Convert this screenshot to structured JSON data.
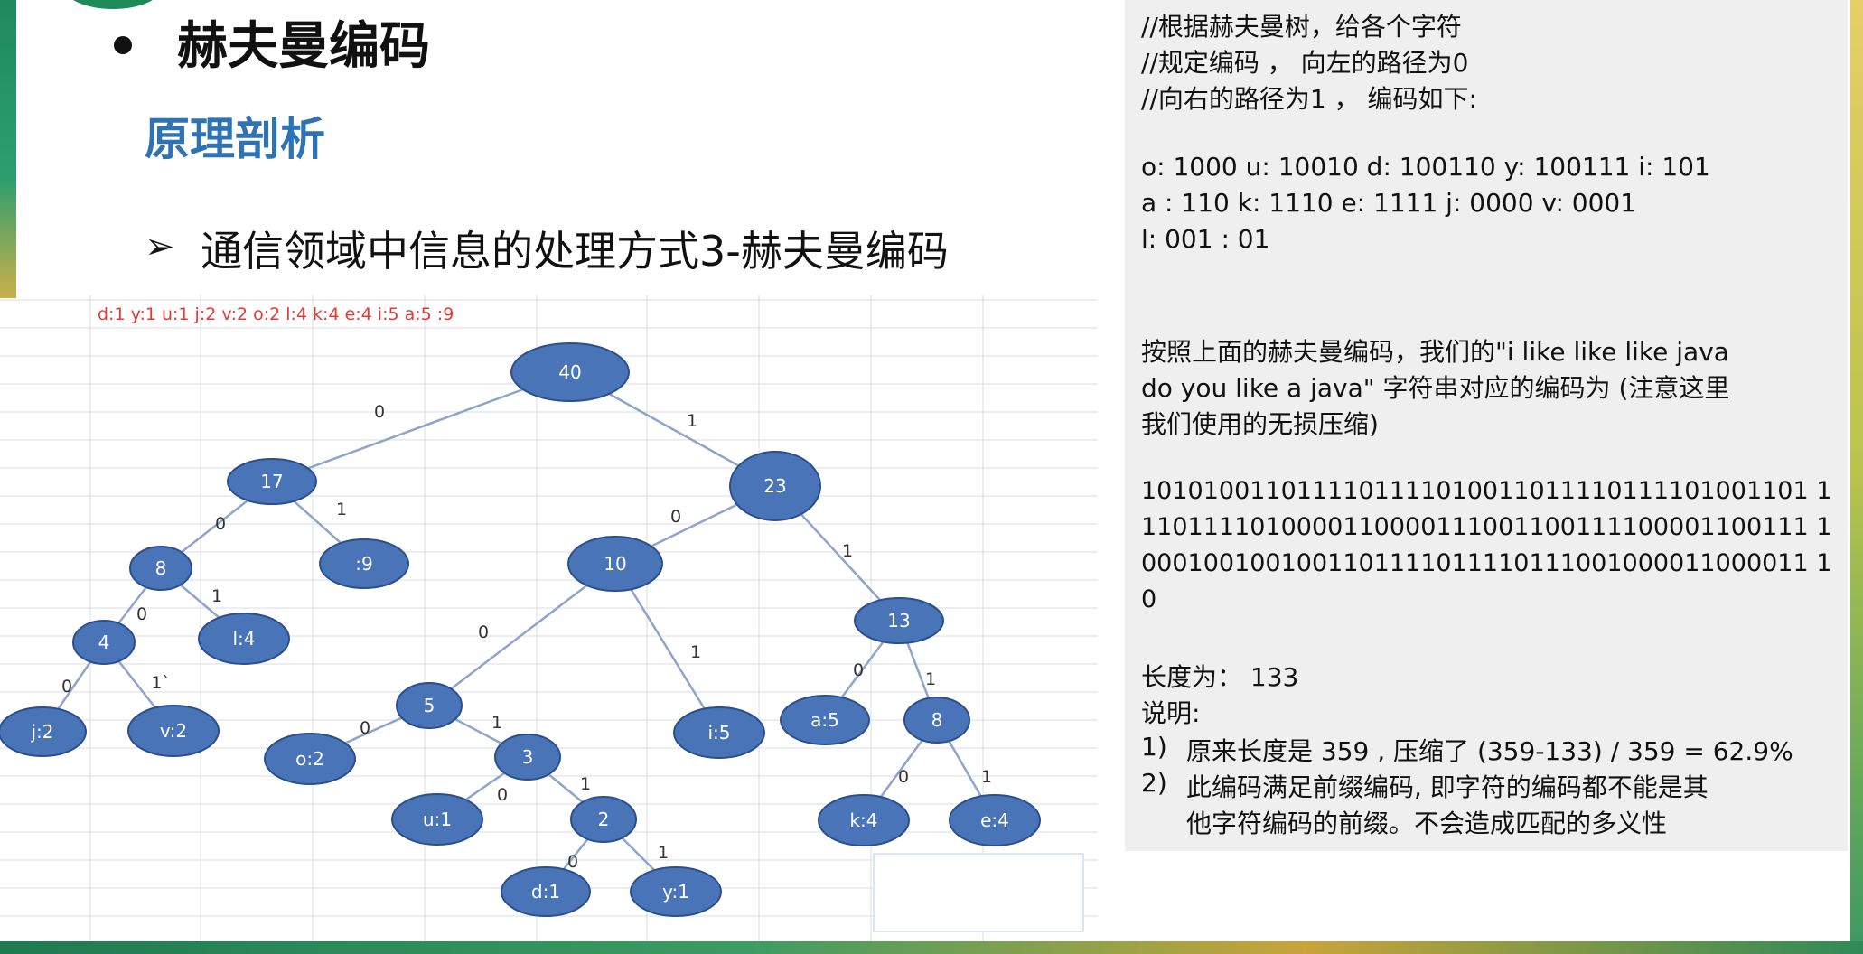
{
  "slide": {
    "title": "赫夫曼编码",
    "subtitle": "原理剖析",
    "point_arrow": "➢",
    "point_text": "通信领域中信息的处理方式3-赫夫曼编码"
  },
  "diagram": {
    "frequency_label": "d:1 y:1 u:1 j:2  v:2  o:2  l:4  k:4   e:4 i:5  a:5   :9",
    "colors": {
      "node_fill": "#4a74b8",
      "node_stroke": "#2b4f8c",
      "edge": "#8ea4cc",
      "label_red": "#e53935",
      "grid": "#d9dde3"
    },
    "nodes": [
      {
        "id": "n40",
        "label": "40"
      },
      {
        "id": "n17",
        "label": "17"
      },
      {
        "id": "n23",
        "label": "23"
      },
      {
        "id": "n8a",
        "label": "8"
      },
      {
        "id": "n9",
        "label": ":9"
      },
      {
        "id": "n10",
        "label": "10"
      },
      {
        "id": "n13",
        "label": "13"
      },
      {
        "id": "n4",
        "label": "4"
      },
      {
        "id": "nl4",
        "label": "l:4"
      },
      {
        "id": "n5",
        "label": "5"
      },
      {
        "id": "ni5",
        "label": "i:5"
      },
      {
        "id": "na5",
        "label": "a:5"
      },
      {
        "id": "n8b",
        "label": "8"
      },
      {
        "id": "nj2",
        "label": "j:2"
      },
      {
        "id": "nv2",
        "label": "v:2"
      },
      {
        "id": "no2",
        "label": "o:2"
      },
      {
        "id": "n3",
        "label": "3"
      },
      {
        "id": "nk4",
        "label": "k:4"
      },
      {
        "id": "ne4",
        "label": "e:4"
      },
      {
        "id": "nu1",
        "label": "u:1"
      },
      {
        "id": "n2",
        "label": "2"
      },
      {
        "id": "nd1",
        "label": "d:1"
      },
      {
        "id": "ny1",
        "label": "y:1"
      }
    ],
    "edges": [
      {
        "from": "n40",
        "to": "n17",
        "label": "0"
      },
      {
        "from": "n40",
        "to": "n23",
        "label": "1"
      },
      {
        "from": "n17",
        "to": "n8a",
        "label": "0"
      },
      {
        "from": "n17",
        "to": "n9",
        "label": "1"
      },
      {
        "from": "n23",
        "to": "n10",
        "label": "0"
      },
      {
        "from": "n23",
        "to": "n13",
        "label": "1"
      },
      {
        "from": "n8a",
        "to": "n4",
        "label": "0"
      },
      {
        "from": "n8a",
        "to": "nl4",
        "label": "1"
      },
      {
        "from": "n10",
        "to": "n5",
        "label": "0"
      },
      {
        "from": "n10",
        "to": "ni5",
        "label": "1"
      },
      {
        "from": "n13",
        "to": "na5",
        "label": "0"
      },
      {
        "from": "n13",
        "to": "n8b",
        "label": "1"
      },
      {
        "from": "n4",
        "to": "nj2",
        "label": "0"
      },
      {
        "from": "n4",
        "to": "nv2",
        "label": "1`"
      },
      {
        "from": "n5",
        "to": "no2",
        "label": "0"
      },
      {
        "from": "n5",
        "to": "n3",
        "label": "1"
      },
      {
        "from": "n8b",
        "to": "nk4",
        "label": "0"
      },
      {
        "from": "n8b",
        "to": "ne4",
        "label": "1"
      },
      {
        "from": "n3",
        "to": "nu1",
        "label": "0"
      },
      {
        "from": "n3",
        "to": "n2",
        "label": "1"
      },
      {
        "from": "n2",
        "to": "nd1",
        "label": "0"
      },
      {
        "from": "n2",
        "to": "ny1",
        "label": "1"
      }
    ]
  },
  "panel": {
    "comment_lines": [
      "//根据赫夫曼树，给各个字符",
      "//规定编码 ， 向左的路径为0",
      "//向右的路径为1 ， 编码如下:"
    ],
    "code_rows": [
      "o: 1000  u: 10010  d: 100110  y: 100111  i: 101",
      "a : 110    k: 1110   e: 1111      j: 0000      v: 0001",
      "l: 001        : 01"
    ],
    "description_lines": [
      "按照上面的赫夫曼编码，我们的\"i  like like like java",
      "do you like a java\"   字符串对应的编码为 (注意这里",
      "我们使用的无损压缩)"
    ],
    "bitstring_lines": [
      "1010100110111101111010011011110111101001101 1",
      "1101111010000110000111001100111100001100111 1",
      "0001001001001101111011110111001000011000011 1",
      "0"
    ],
    "length_label": "长度为：  133",
    "explain_label": "说明:",
    "notes": [
      {
        "num": "1)",
        "text": "原来长度是  359 , 压缩了  (359-133) / 359 = 62.9%"
      },
      {
        "num": "2)",
        "text": "此编码满足前缀编码, 即字符的编码都不能是其"
      },
      {
        "num": "",
        "text": "他字符编码的前缀。不会造成匹配的多义性"
      }
    ]
  }
}
